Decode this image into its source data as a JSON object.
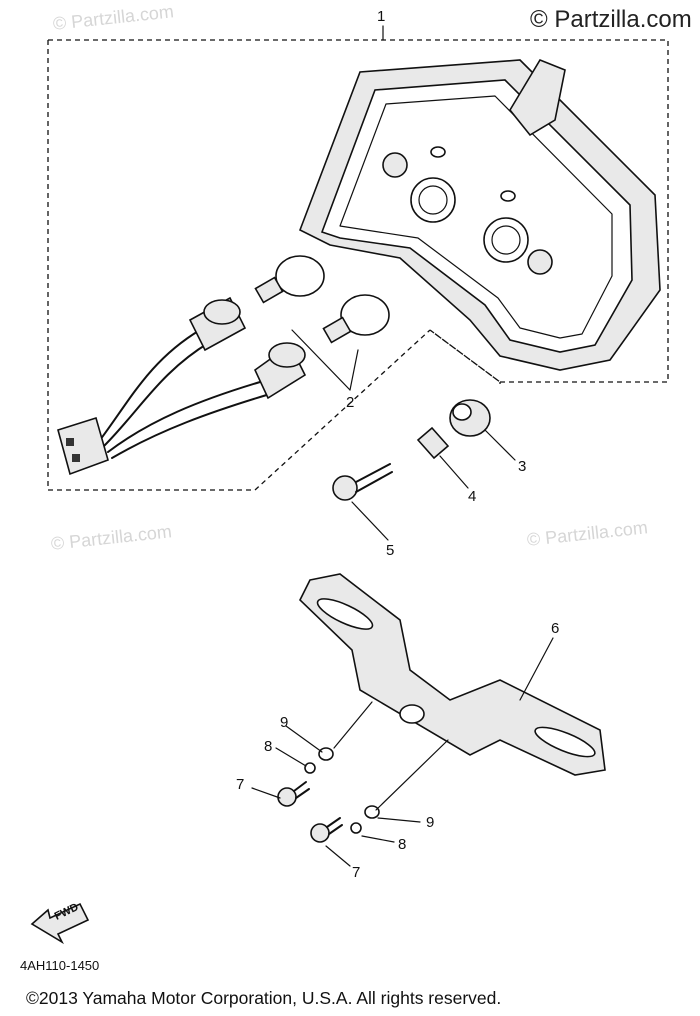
{
  "watermarks": {
    "top_right": "© Partzilla.com",
    "faint_top_left": "© Partzilla.com",
    "faint_mid_left": "© Partzilla.com",
    "faint_mid_right": "© Partzilla.com"
  },
  "callouts": {
    "assembly": "1",
    "bulb": "2",
    "grommet": "3",
    "collar": "4",
    "bolt": "5",
    "bracket": "6",
    "screw_a": "7",
    "screw_b": "7",
    "washer_a": "8",
    "washer_b": "8",
    "nut_a": "9",
    "nut_b": "9"
  },
  "fwd_label": "FWD",
  "diagram_code": "4AH110-1450",
  "copyright": "©2013 Yamaha Motor Corporation, U.S.A. All rights reserved."
}
